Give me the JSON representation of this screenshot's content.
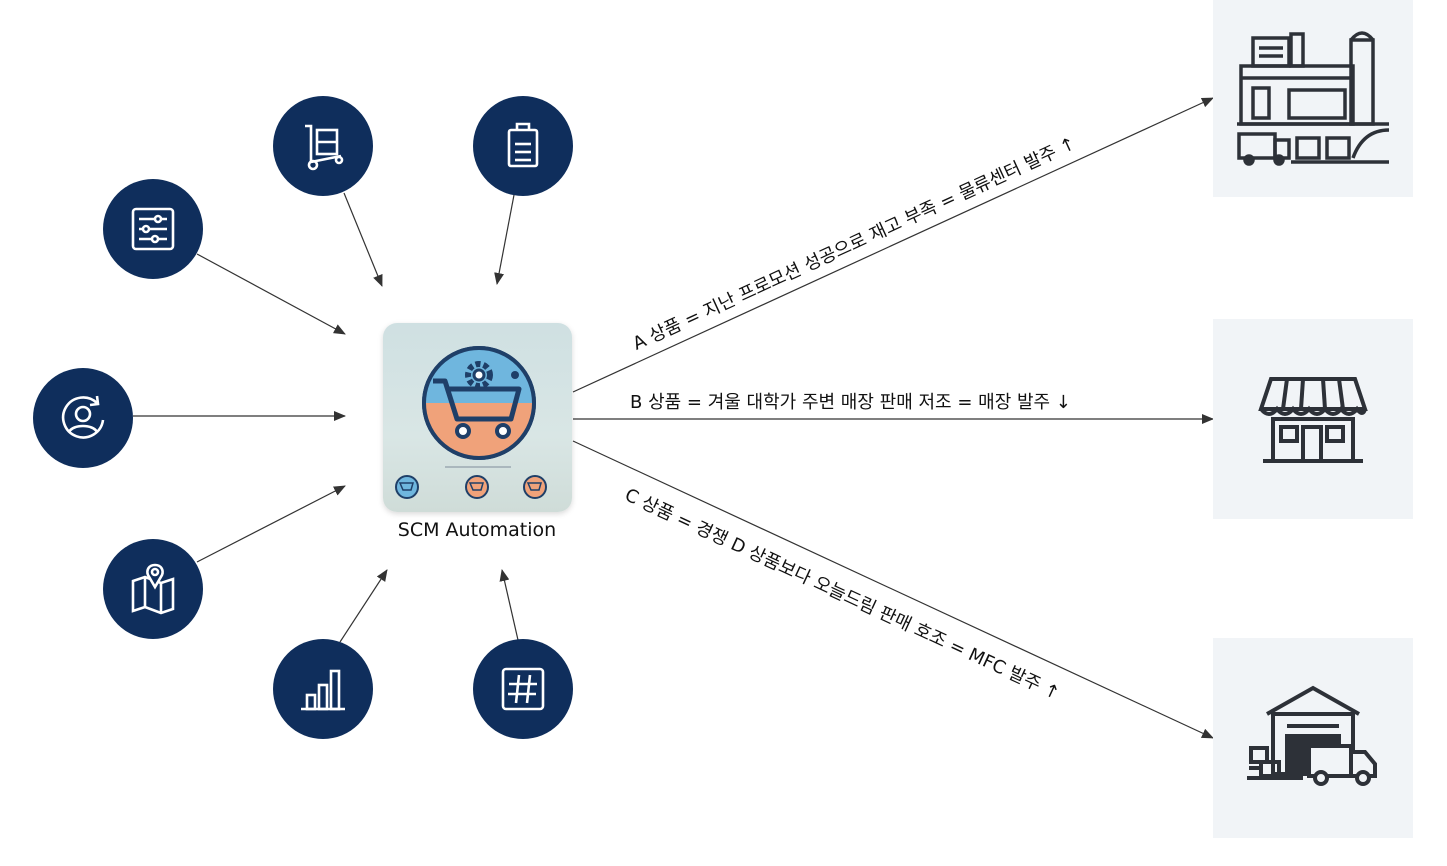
{
  "hub": {
    "label": "SCM Automation",
    "icon": "shopping-cart-gear-icon"
  },
  "inputs": [
    {
      "id": "settings",
      "icon": "sliders-icon"
    },
    {
      "id": "hand-truck",
      "icon": "hand-truck-icon"
    },
    {
      "id": "id-badge",
      "icon": "id-badge-icon"
    },
    {
      "id": "user-sync",
      "icon": "user-sync-icon"
    },
    {
      "id": "map",
      "icon": "map-pin-icon"
    },
    {
      "id": "bar-chart",
      "icon": "bar-chart-icon"
    },
    {
      "id": "hashtag",
      "icon": "hashtag-icon"
    }
  ],
  "outputs": [
    {
      "label": "A 상품 = 지난 프로모션 성공으로 재고 부족 = 물류센터 발주 ↑",
      "icon": "distribution-center-icon"
    },
    {
      "label": "B 상품 = 겨울 대학가 주변 매장 판매 저조 = 매장 발주 ↓",
      "icon": "storefront-icon"
    },
    {
      "label": "C 상품 = 경쟁 D 상품보다 오늘드림 판매 호조 = MFC 발주 ↑",
      "icon": "warehouse-truck-icon"
    }
  ],
  "colors": {
    "navy": "#0f2e5c",
    "line": "#333333",
    "card": "#f1f4f7"
  }
}
